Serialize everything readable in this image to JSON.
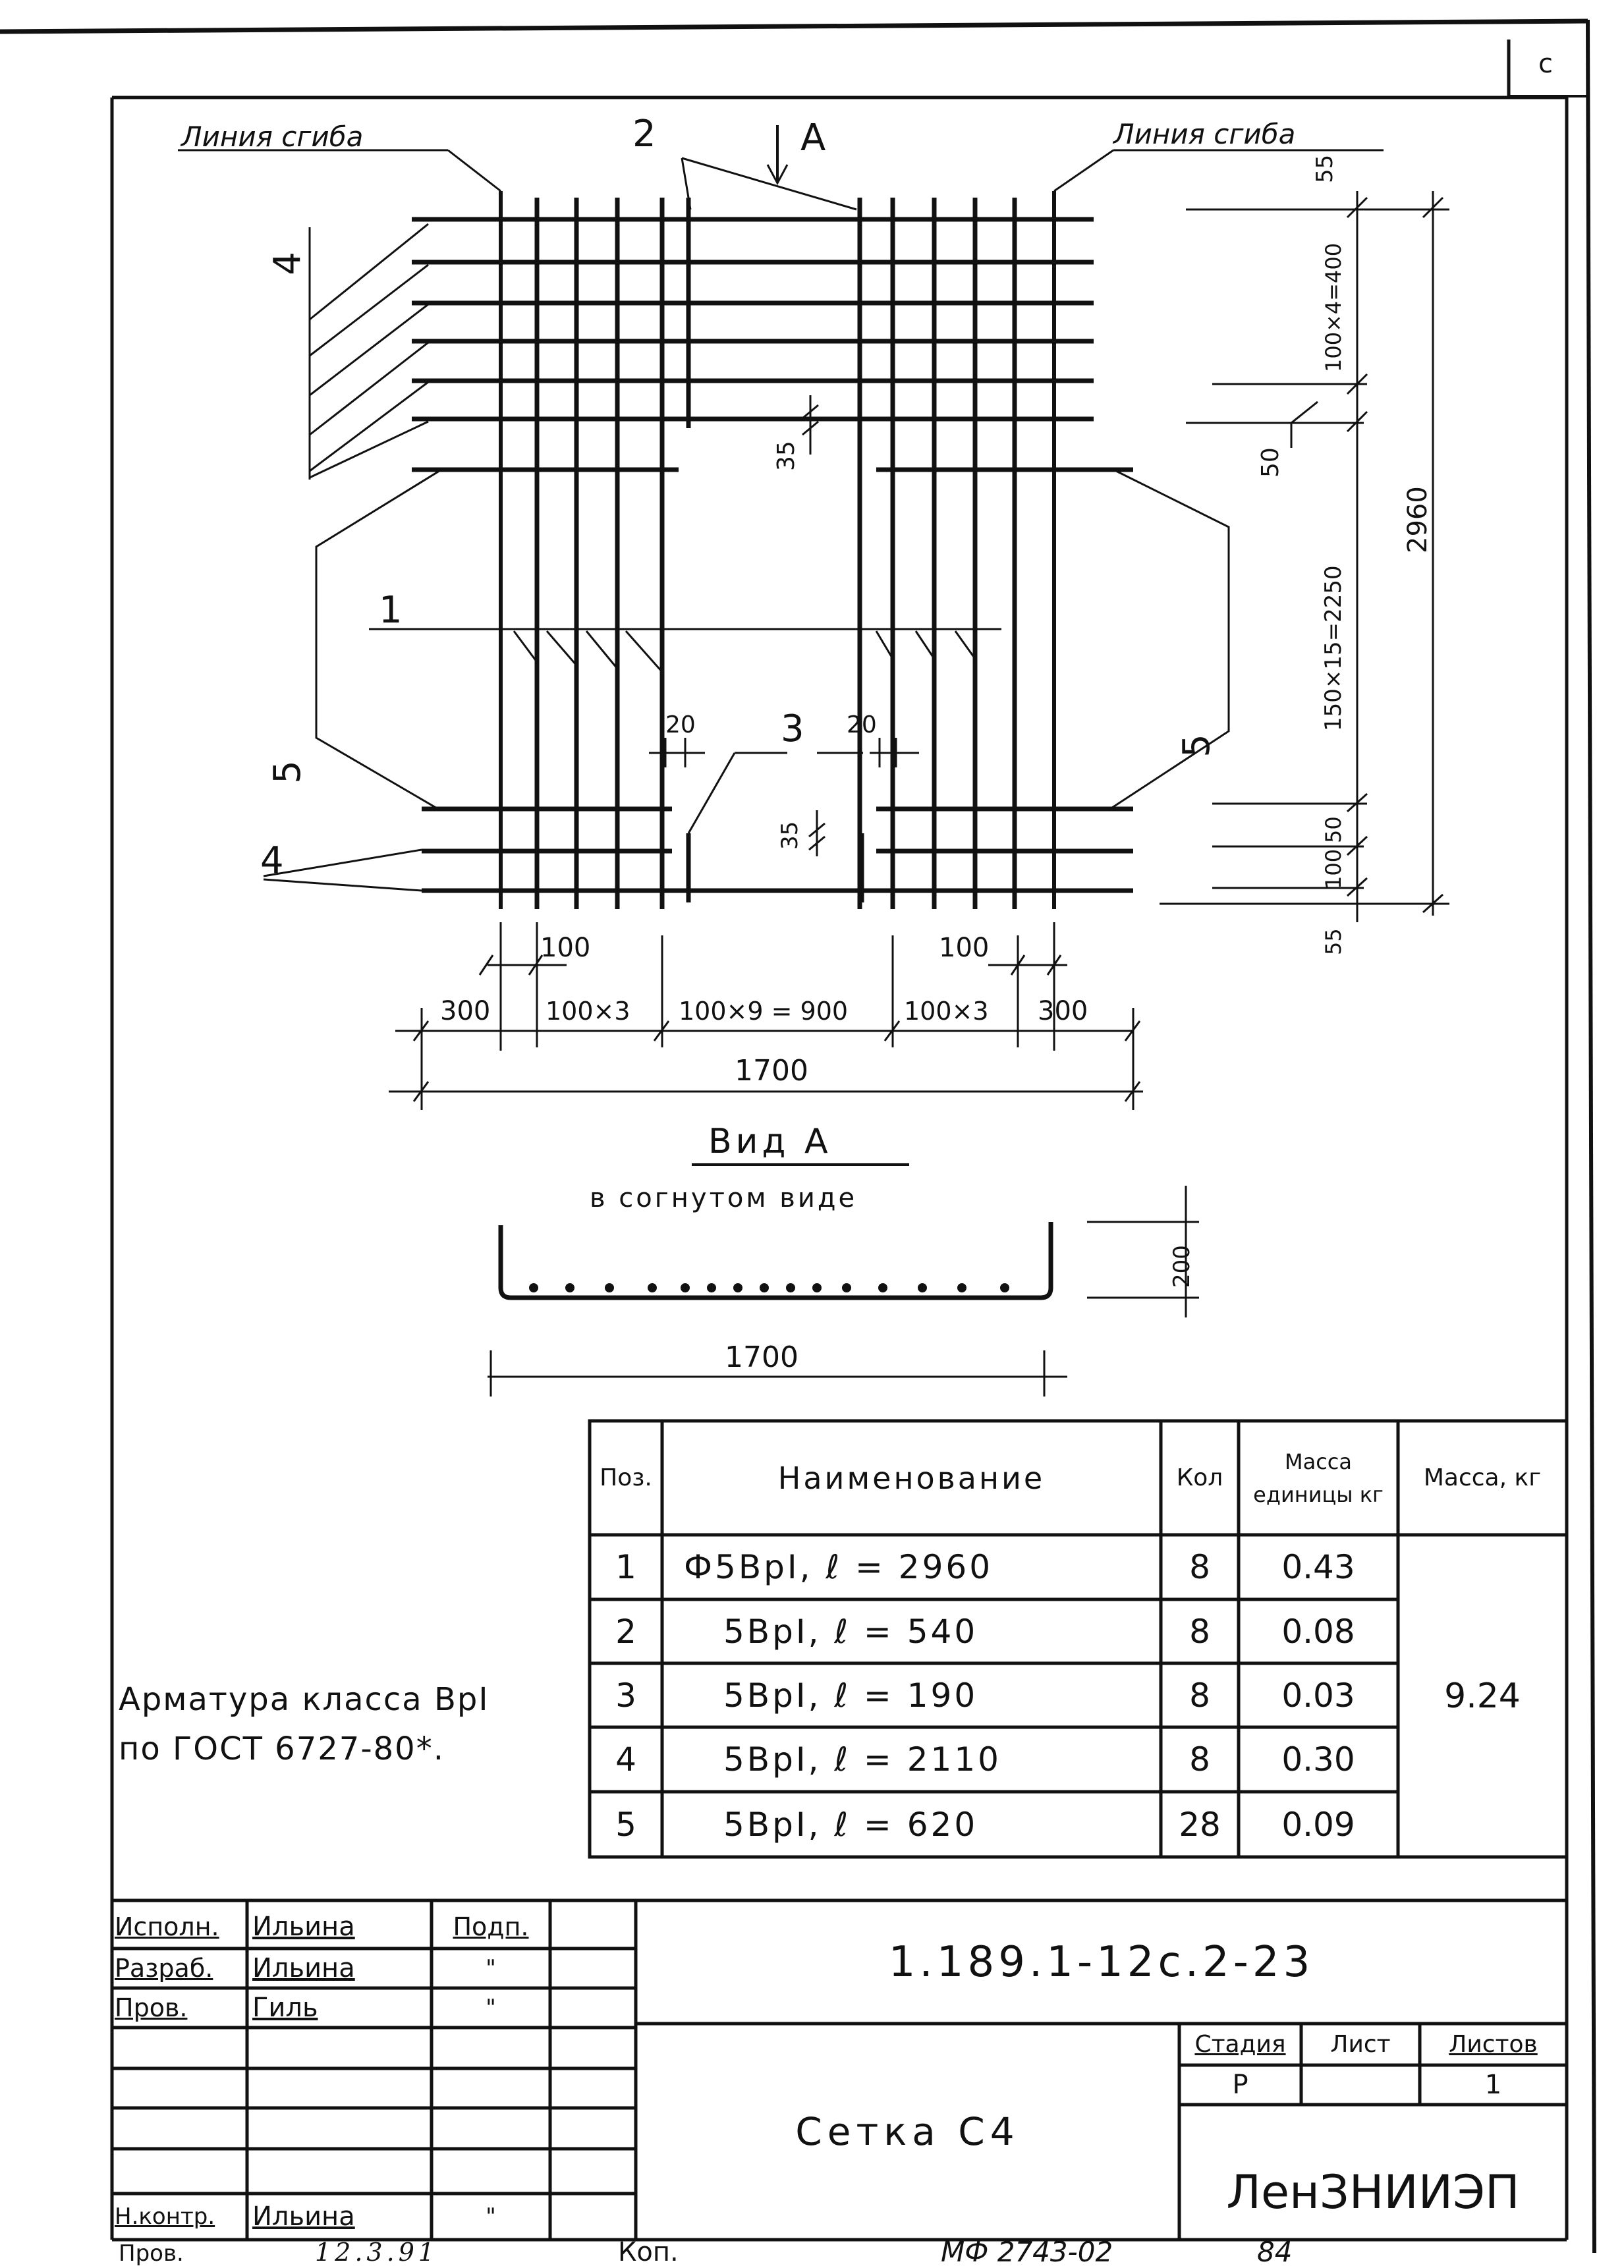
{
  "drawing": {
    "corner_mark": "с",
    "bend_line_left": "Линия сгиба",
    "bend_line_right": "Линия сгиба",
    "pos_labels": {
      "p1": "1",
      "p2": "2",
      "p3": "3",
      "p4a": "4",
      "p4b": "4",
      "p5a": "5",
      "p5b": "5"
    },
    "view_arrow": "А",
    "dims": {
      "d55_top": "55",
      "d100x4": "100×4=400",
      "d50": "50",
      "d150x15": "150×15=2250",
      "d2960": "2960",
      "d50b": "50",
      "d100b": "100",
      "d55_bot": "55",
      "d35_top": "35",
      "d35_bot": "35",
      "d20_left": "20",
      "d20_right": "20",
      "d100_left": "100",
      "d100_right": "100",
      "d300_left": "300",
      "d100x3_left": "100×3",
      "d100x9": "100×9 = 900",
      "d100x3_right": "100×3",
      "d300_right": "300",
      "d1700": "1700"
    },
    "view_title": "Вид А",
    "view_subtitle": "в согнутом виде",
    "view_height": "200",
    "view_width": "1700"
  },
  "spec": {
    "headers": {
      "pos": "Поз.",
      "name": "Наименование",
      "qty": "Кол",
      "unit_mass": "Масса единицы кг",
      "mass": "Масса, кг"
    },
    "rows": [
      {
        "pos": "1",
        "name": "Ф5ВрI, ℓ = 2960",
        "qty": "8",
        "unit_mass": "0.43"
      },
      {
        "pos": "2",
        "name": "5ВрI, ℓ = 540",
        "qty": "8",
        "unit_mass": "0.08"
      },
      {
        "pos": "3",
        "name": "5ВрI, ℓ = 190",
        "qty": "8",
        "unit_mass": "0.03"
      },
      {
        "pos": "4",
        "name": "5ВрI, ℓ = 2110",
        "qty": "8",
        "unit_mass": "0.30"
      },
      {
        "pos": "5",
        "name": "5ВрI, ℓ = 620",
        "qty": "28",
        "unit_mass": "0.09"
      }
    ],
    "total_mass": "9.24"
  },
  "note": {
    "line1": "Арматура класса ВрI",
    "line2": "по ГОСТ 6727-80*."
  },
  "title_block": {
    "roles": [
      "Исполн.",
      "Разраб.",
      "Пров.",
      "",
      "",
      "",
      "Н.контр."
    ],
    "names": [
      "Ильина",
      "Ильина",
      "Гиль",
      "",
      "",
      "",
      "Ильина"
    ],
    "sigs": [
      "Подп.",
      "\"",
      "\"",
      "",
      "",
      "",
      "\""
    ],
    "doc_code": "1.189.1-12с.2-23",
    "title": "Сетка С4",
    "stage_header": "Стадия",
    "sheet_header": "Лист",
    "sheets_header": "Листов",
    "stage": "Р",
    "sheet": "",
    "sheets": "1",
    "org": "ЛенЗНИИЭП"
  },
  "footer": {
    "prov": "Пров.",
    "handwritten": "12.3.91",
    "kop": "Коп.",
    "mf": "МФ 2743-02",
    "num": "84"
  }
}
